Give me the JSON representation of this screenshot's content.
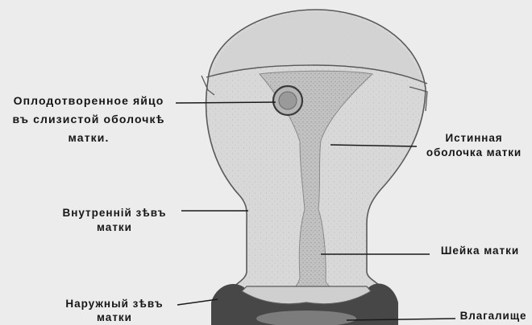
{
  "labels": {
    "fertilized_egg": {
      "line1": "Оплодотворенное яйцо",
      "line2": "въ слизистой оболочкѣ",
      "line3": "матки."
    },
    "true_membrane": {
      "line1": "Истинная",
      "line2": "оболочка матки"
    },
    "internal_os": {
      "line1": "Внутренній зѣвъ",
      "line2": "матки"
    },
    "cervix": {
      "line1": "Шейка матки"
    },
    "external_os": {
      "line1": "Наружный зѣвъ",
      "line2": "матки"
    },
    "vagina": {
      "line1": "Влагалище"
    }
  },
  "colors": {
    "background": "#ececec",
    "tissue": "#d9d9d9",
    "cavity": "#bcbcbc",
    "outline": "#5a5a5a",
    "vaginal_canal": "#474747",
    "leader_line": "#1a1a1a"
  }
}
